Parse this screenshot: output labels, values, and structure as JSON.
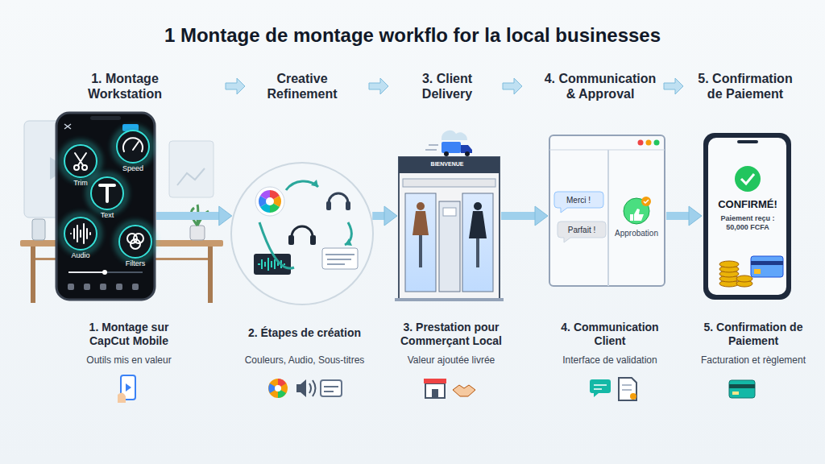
{
  "diagram": {
    "title": "1 Montage de montage workflo for la local businesses",
    "nodes": [
      {
        "text": [
          "1. Montage Workstation",
          "Trim",
          "Speed",
          "Text",
          "Audio",
          "Filters"
        ]
      },
      {
        "text": [
          "Creative Refinement"
        ]
      },
      {
        "text": [
          "3. Client Delivery",
          "BIENVENUE"
        ]
      },
      {
        "text": [
          "4. Communication & Approval",
          "Merci !",
          "Parfait !",
          "Approbation"
        ]
      },
      {
        "text": [
          "5. Confirmation de Paiement",
          "CONFIRMÉ!",
          "Paiement reçu : 50,000 FCFA"
        ]
      }
    ],
    "edges": [
      {
        "from": 0,
        "to": 1,
        "arrow": "to"
      },
      {
        "from": 1,
        "to": 2,
        "arrow": "to"
      },
      {
        "from": 2,
        "to": 3,
        "arrow": "to"
      },
      {
        "from": 3,
        "to": 4,
        "arrow": "to"
      }
    ],
    "labels": [
      "1. Montage sur CapCut Mobile",
      "Outils mis en valeur",
      "2. Étapes de création",
      "Couleurs, Audio, Sous-titres",
      "3. Prestation pour Commerçant Local",
      "Valeur ajoutée livrée",
      "4. Communication Client",
      "Interface de validation",
      "5. Confirmation de Paiement",
      "Facturation et règlement"
    ]
  }
}
